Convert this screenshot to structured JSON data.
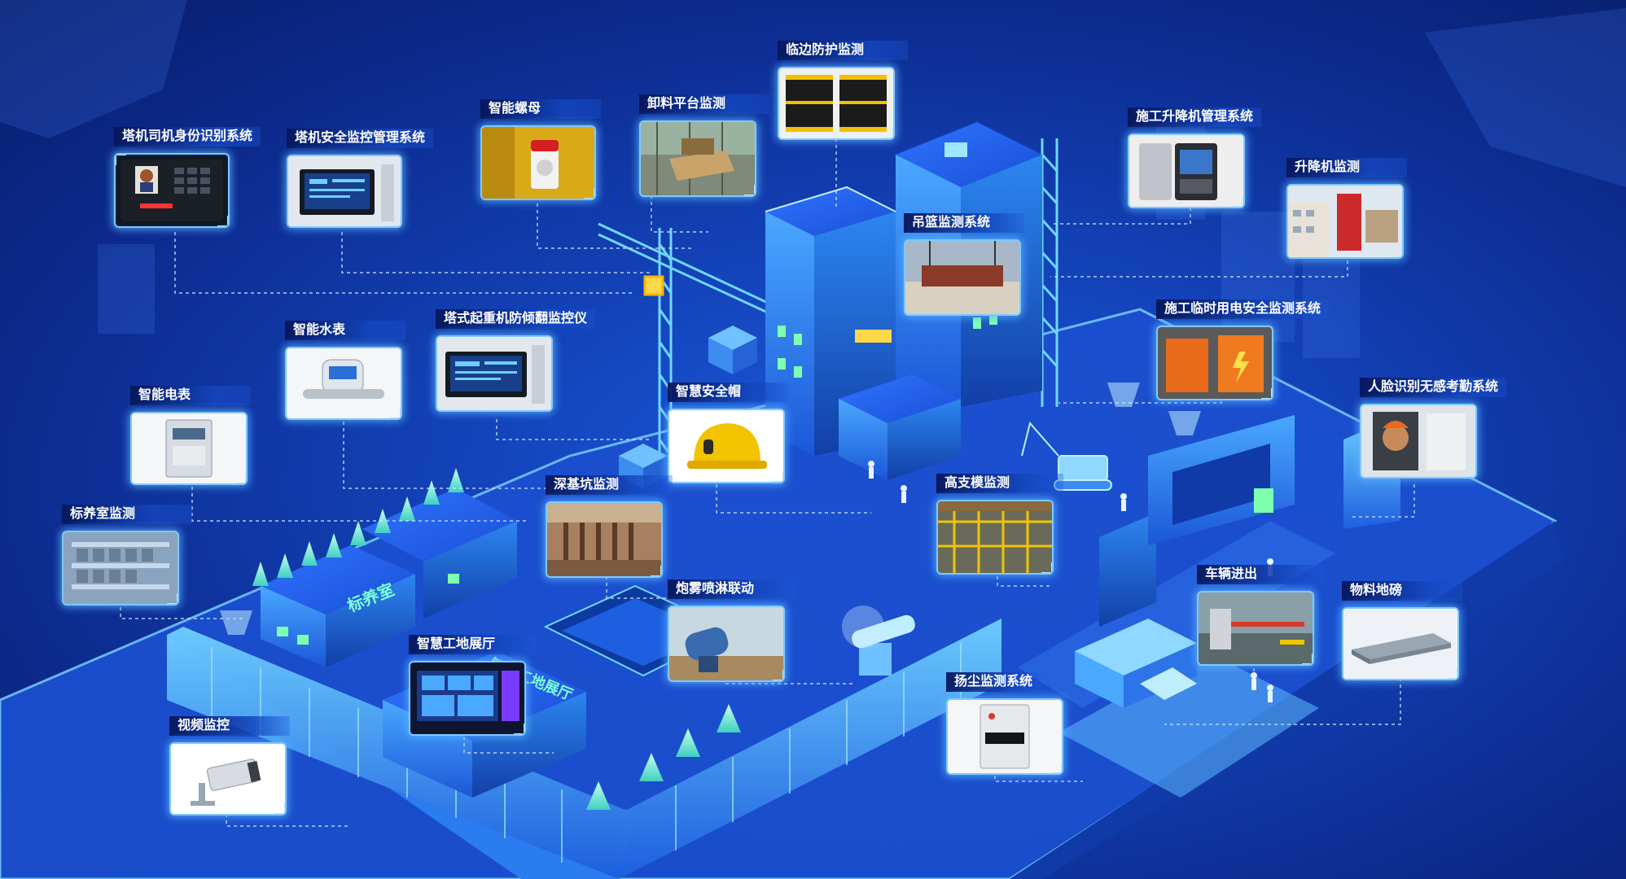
{
  "colors": {
    "background": "#0c2b8e",
    "accent": "#3fa0ff",
    "line": "#cfe4ff",
    "card_border": "#7fc8ff"
  },
  "modules": [
    {
      "id": "tower-driver-id",
      "label": "塔机司机身份识别系统",
      "icon": "face-terminal-icon"
    },
    {
      "id": "tower-safety",
      "label": "塔机安全监控管理系统",
      "icon": "monitor-screen-icon"
    },
    {
      "id": "smart-nut",
      "label": "智能螺母",
      "icon": "smart-nut-icon"
    },
    {
      "id": "unloading-platform",
      "label": "卸料平台监测",
      "icon": "platform-icon"
    },
    {
      "id": "edge-protection",
      "label": "临边防护监测",
      "icon": "edge-guard-icon"
    },
    {
      "id": "hoist-management",
      "label": "施工升降机管理系统",
      "icon": "hoist-terminal-icon"
    },
    {
      "id": "hoist-monitor",
      "label": "升降机监测",
      "icon": "hoist-tower-icon"
    },
    {
      "id": "gondola",
      "label": "吊篮监测系统",
      "icon": "gondola-icon"
    },
    {
      "id": "smart-water",
      "label": "智能水表",
      "icon": "water-meter-icon"
    },
    {
      "id": "anti-overturn",
      "label": "塔式起重机防倾翻监控仪",
      "icon": "monitor-screen-icon"
    },
    {
      "id": "temp-power",
      "label": "施工临时用电安全监测系统",
      "icon": "electric-box-icon"
    },
    {
      "id": "smart-meter",
      "label": "智能电表",
      "icon": "electric-meter-icon"
    },
    {
      "id": "smart-helmet",
      "label": "智慧安全帽",
      "icon": "helmet-icon"
    },
    {
      "id": "face-attendance",
      "label": "人脸识别无感考勤系统",
      "icon": "face-scan-icon"
    },
    {
      "id": "curing-room",
      "label": "标养室监测",
      "icon": "curing-shelf-icon"
    },
    {
      "id": "deep-pit",
      "label": "深基坑监测",
      "icon": "excavation-icon"
    },
    {
      "id": "high-formwork",
      "label": "高支模监测",
      "icon": "scaffold-icon"
    },
    {
      "id": "vehicle",
      "label": "车辆进出",
      "icon": "gate-barrier-icon"
    },
    {
      "id": "fog-cannon",
      "label": "炮雾喷淋联动",
      "icon": "fog-cannon-icon"
    },
    {
      "id": "weighbridge",
      "label": "物料地磅",
      "icon": "weighbridge-icon"
    },
    {
      "id": "exhibition",
      "label": "智慧工地展厅",
      "icon": "display-wall-icon"
    },
    {
      "id": "video",
      "label": "视频监控",
      "icon": "cctv-camera-icon"
    },
    {
      "id": "dust",
      "label": "扬尘监测系统",
      "icon": "dust-monitor-icon"
    }
  ],
  "scene": {
    "curing_room_sign": "标养室",
    "exhibition_sign": "智慧工地展厅"
  }
}
